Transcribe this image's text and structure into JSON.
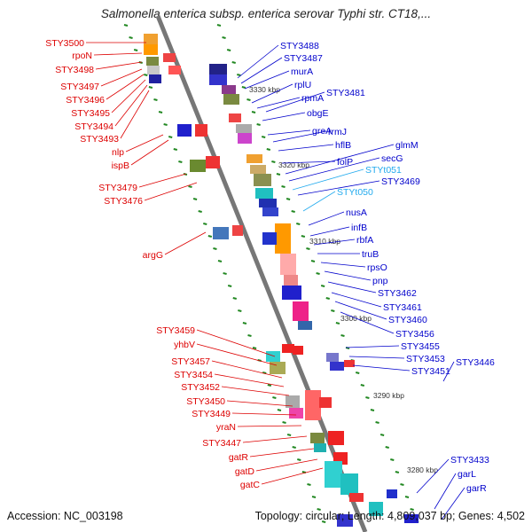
{
  "title": "Salmonella enterica subsp. enterica serovar Typhi str. CT18,...",
  "footer": {
    "accession": "Accession: NC_003198",
    "info": "Topology: circular; Length: 4,809,037 bp; Genes: 4,502"
  },
  "scale_labels": [
    "3330 kbp",
    "3320 kbp",
    "3310 kbp",
    "3300 kbp",
    "3290 kbp",
    "3280 kbp"
  ],
  "left_labels": [
    "STY3500",
    "rpoN",
    "STY3498",
    "STY3497",
    "STY3496",
    "STY3495",
    "STY3494",
    "STY3493",
    "nlp",
    "ispB",
    "STY3479",
    "STY3476",
    "argG",
    "STY3459",
    "yhbV",
    "STY3457",
    "STY3454",
    "STY3452",
    "STY3450",
    "STY3449",
    "yraN",
    "STY3447",
    "gatR",
    "gatD",
    "gatC"
  ],
  "right_labels": [
    "STY3488",
    "STY3487",
    "murA",
    "rplU",
    "rpmA",
    "STY3481",
    "obgE",
    "greA",
    "rrmJ",
    "hflB",
    "folP",
    "glmM",
    "secG",
    "STYt051",
    "STY3469",
    "STYt050",
    "nusA",
    "infB",
    "rbfA",
    "truB",
    "rpsO",
    "pnp",
    "STY3462",
    "STY3461",
    "STY3460",
    "STY3456",
    "STY3455",
    "STY3453",
    "STY3451",
    "STY3446",
    "STY3433",
    "garL",
    "garR"
  ],
  "colors": {
    "left_label": "#dd0000",
    "right_label": "#0000cc",
    "trna_label": "#22aaee",
    "backbone": "#777777",
    "tick": "#228822"
  }
}
